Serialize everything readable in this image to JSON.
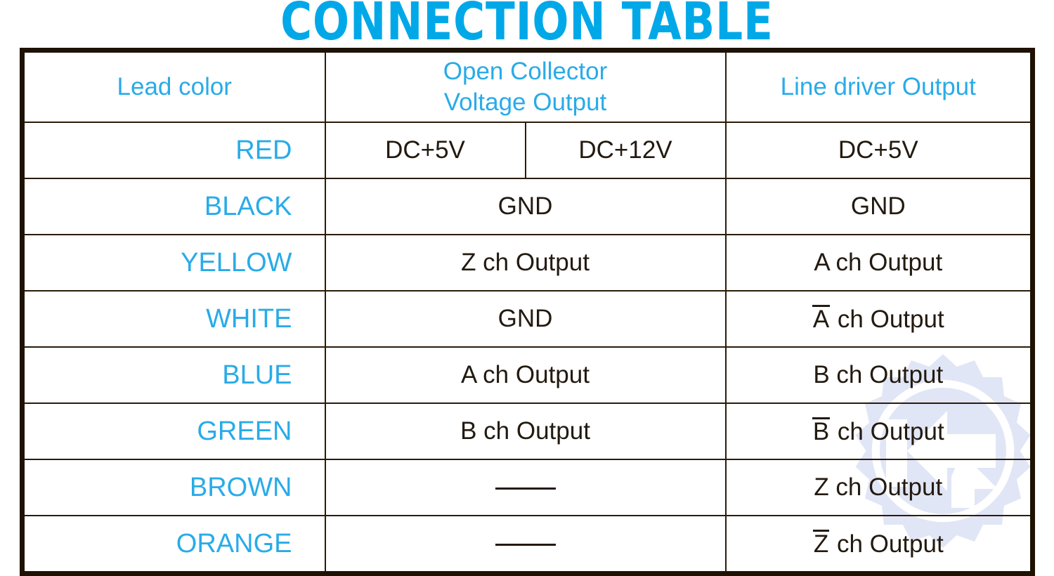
{
  "title": "CONNECTION TABLE",
  "colors": {
    "title_cyan": "#00a8e8",
    "text_cyan": "#29abe8",
    "header_bg": "#ace4fb",
    "border_dark": "#1e1205",
    "value_text": "#231a10",
    "watermark": "#b9c4ea"
  },
  "table": {
    "headers": {
      "lead_color": "Lead color",
      "open_collector_line1": "Open Collector",
      "open_collector_line2": "Voltage Output",
      "line_driver": "Line driver Output"
    },
    "rows": [
      {
        "lead": "RED",
        "open_collector_split": true,
        "open_collector_a": "DC+5V",
        "open_collector_b": "DC+12V",
        "line_driver": "DC+5V",
        "line_driver_overbar": ""
      },
      {
        "lead": "BLACK",
        "open_collector_split": false,
        "open_collector": "GND",
        "line_driver": "GND",
        "line_driver_overbar": ""
      },
      {
        "lead": "YELLOW",
        "open_collector_split": false,
        "open_collector": "Z ch Output",
        "line_driver": "A ch Output",
        "line_driver_overbar": ""
      },
      {
        "lead": "WHITE",
        "open_collector_split": false,
        "open_collector": "GND",
        "line_driver": " ch Output",
        "line_driver_overbar": "A"
      },
      {
        "lead": "BLUE",
        "open_collector_split": false,
        "open_collector": "A ch Output",
        "line_driver": "B ch Output",
        "line_driver_overbar": ""
      },
      {
        "lead": "GREEN",
        "open_collector_split": false,
        "open_collector": "B ch Output",
        "line_driver": " ch Output",
        "line_driver_overbar": "B"
      },
      {
        "lead": "BROWN",
        "open_collector_split": false,
        "open_collector": "—",
        "open_collector_is_dash": true,
        "line_driver": "Z ch Output",
        "line_driver_overbar": ""
      },
      {
        "lead": "ORANGE",
        "open_collector_split": false,
        "open_collector": "—",
        "open_collector_is_dash": true,
        "line_driver": " ch Output",
        "line_driver_overbar": "Z"
      }
    ]
  },
  "watermark": {
    "name": "gear-logo-watermark"
  }
}
